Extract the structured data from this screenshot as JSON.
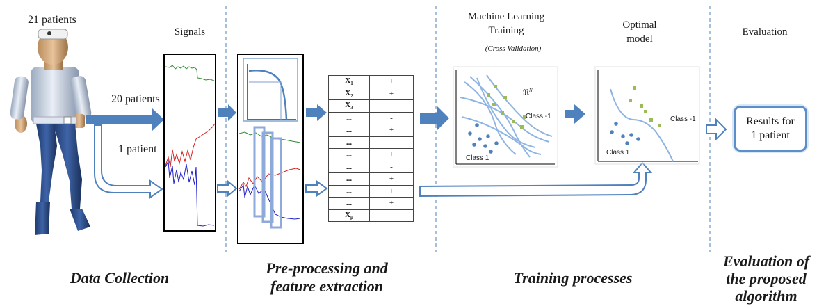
{
  "labels": {
    "patients_total": "21 patients",
    "patients_train": "20 patients",
    "patients_test": "1 patient",
    "signals": "Signals",
    "ml_title_1": "Machine Learning",
    "ml_title_2": "Training",
    "ml_subtitle": "(Cross Validation)",
    "optimal_1": "Optimal",
    "optimal_2": "model",
    "evaluation": "Evaluation",
    "feature_space": "ℜ",
    "feature_space_sup": "N",
    "class_pos": "Class 1",
    "class_neg": "Class -1",
    "result_box": "Results for\n1 patient"
  },
  "stages": {
    "data_collection": "Data Collection",
    "preprocessing_1": "Pre-processing and",
    "preprocessing_2": "feature extraction",
    "training": "Training processes",
    "evaluation_1": "Evaluation of",
    "evaluation_2": "the proposed",
    "evaluation_3": "algorithm"
  },
  "feature_table": [
    {
      "feature": "X",
      "sub": "1",
      "sign": "+"
    },
    {
      "feature": "X",
      "sub": "2",
      "sign": "+"
    },
    {
      "feature": "X",
      "sub": "3",
      "sign": "-"
    },
    {
      "feature": "...",
      "sub": "",
      "sign": "-"
    },
    {
      "feature": "...",
      "sub": "",
      "sign": "+"
    },
    {
      "feature": "...",
      "sub": "",
      "sign": "-"
    },
    {
      "feature": "...",
      "sub": "",
      "sign": "+"
    },
    {
      "feature": "...",
      "sub": "",
      "sign": "-"
    },
    {
      "feature": "...",
      "sub": "",
      "sign": "+"
    },
    {
      "feature": "...",
      "sub": "",
      "sign": "+"
    },
    {
      "feature": "...",
      "sub": "",
      "sign": "+"
    },
    {
      "feature": "X",
      "sub": "p",
      "sign": "-"
    }
  ],
  "colors": {
    "arrow_fill": "#4f81bd",
    "divider": "#4f81bd",
    "curve": "#8eb4e3",
    "class_pos_dot": "#4f81bd",
    "class_neg_dot": "#9bbb59",
    "signal_green": "#2e8b2e",
    "signal_red": "#d62020",
    "signal_blue": "#2020c8"
  }
}
